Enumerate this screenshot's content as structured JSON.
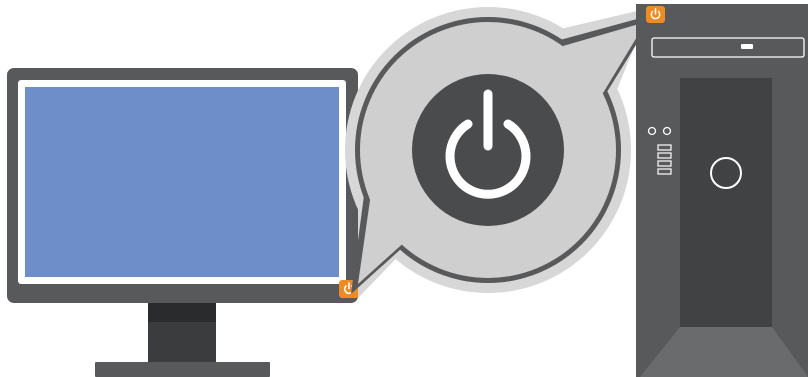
{
  "illustration": {
    "subject": "power-on",
    "parts": [
      "monitor",
      "power-callout",
      "tower"
    ],
    "icons": {
      "monitor_power": "power-icon",
      "tower_power": "power-icon",
      "callout": "power-icon"
    },
    "colors": {
      "monitor_bezel": "#58595b",
      "monitor_screen": "#6d8ec9",
      "screen_border": "#ffffff",
      "stand_neck": "#3b3c3e",
      "stand_neck_top": "#2a2b2d",
      "stand_base": "#58595b",
      "callout_outer": "#d7d7d8",
      "callout_ring": "#58595b",
      "callout_inner": "#cfcfd0",
      "callout_button": "#4a4b4d",
      "power_symbol": "#ffffff",
      "accent_power": "#f08a24",
      "tower_body": "#58595b",
      "tower_bay": "#414244",
      "tower_slot": "#333436",
      "tower_light": "#ffffff"
    }
  }
}
